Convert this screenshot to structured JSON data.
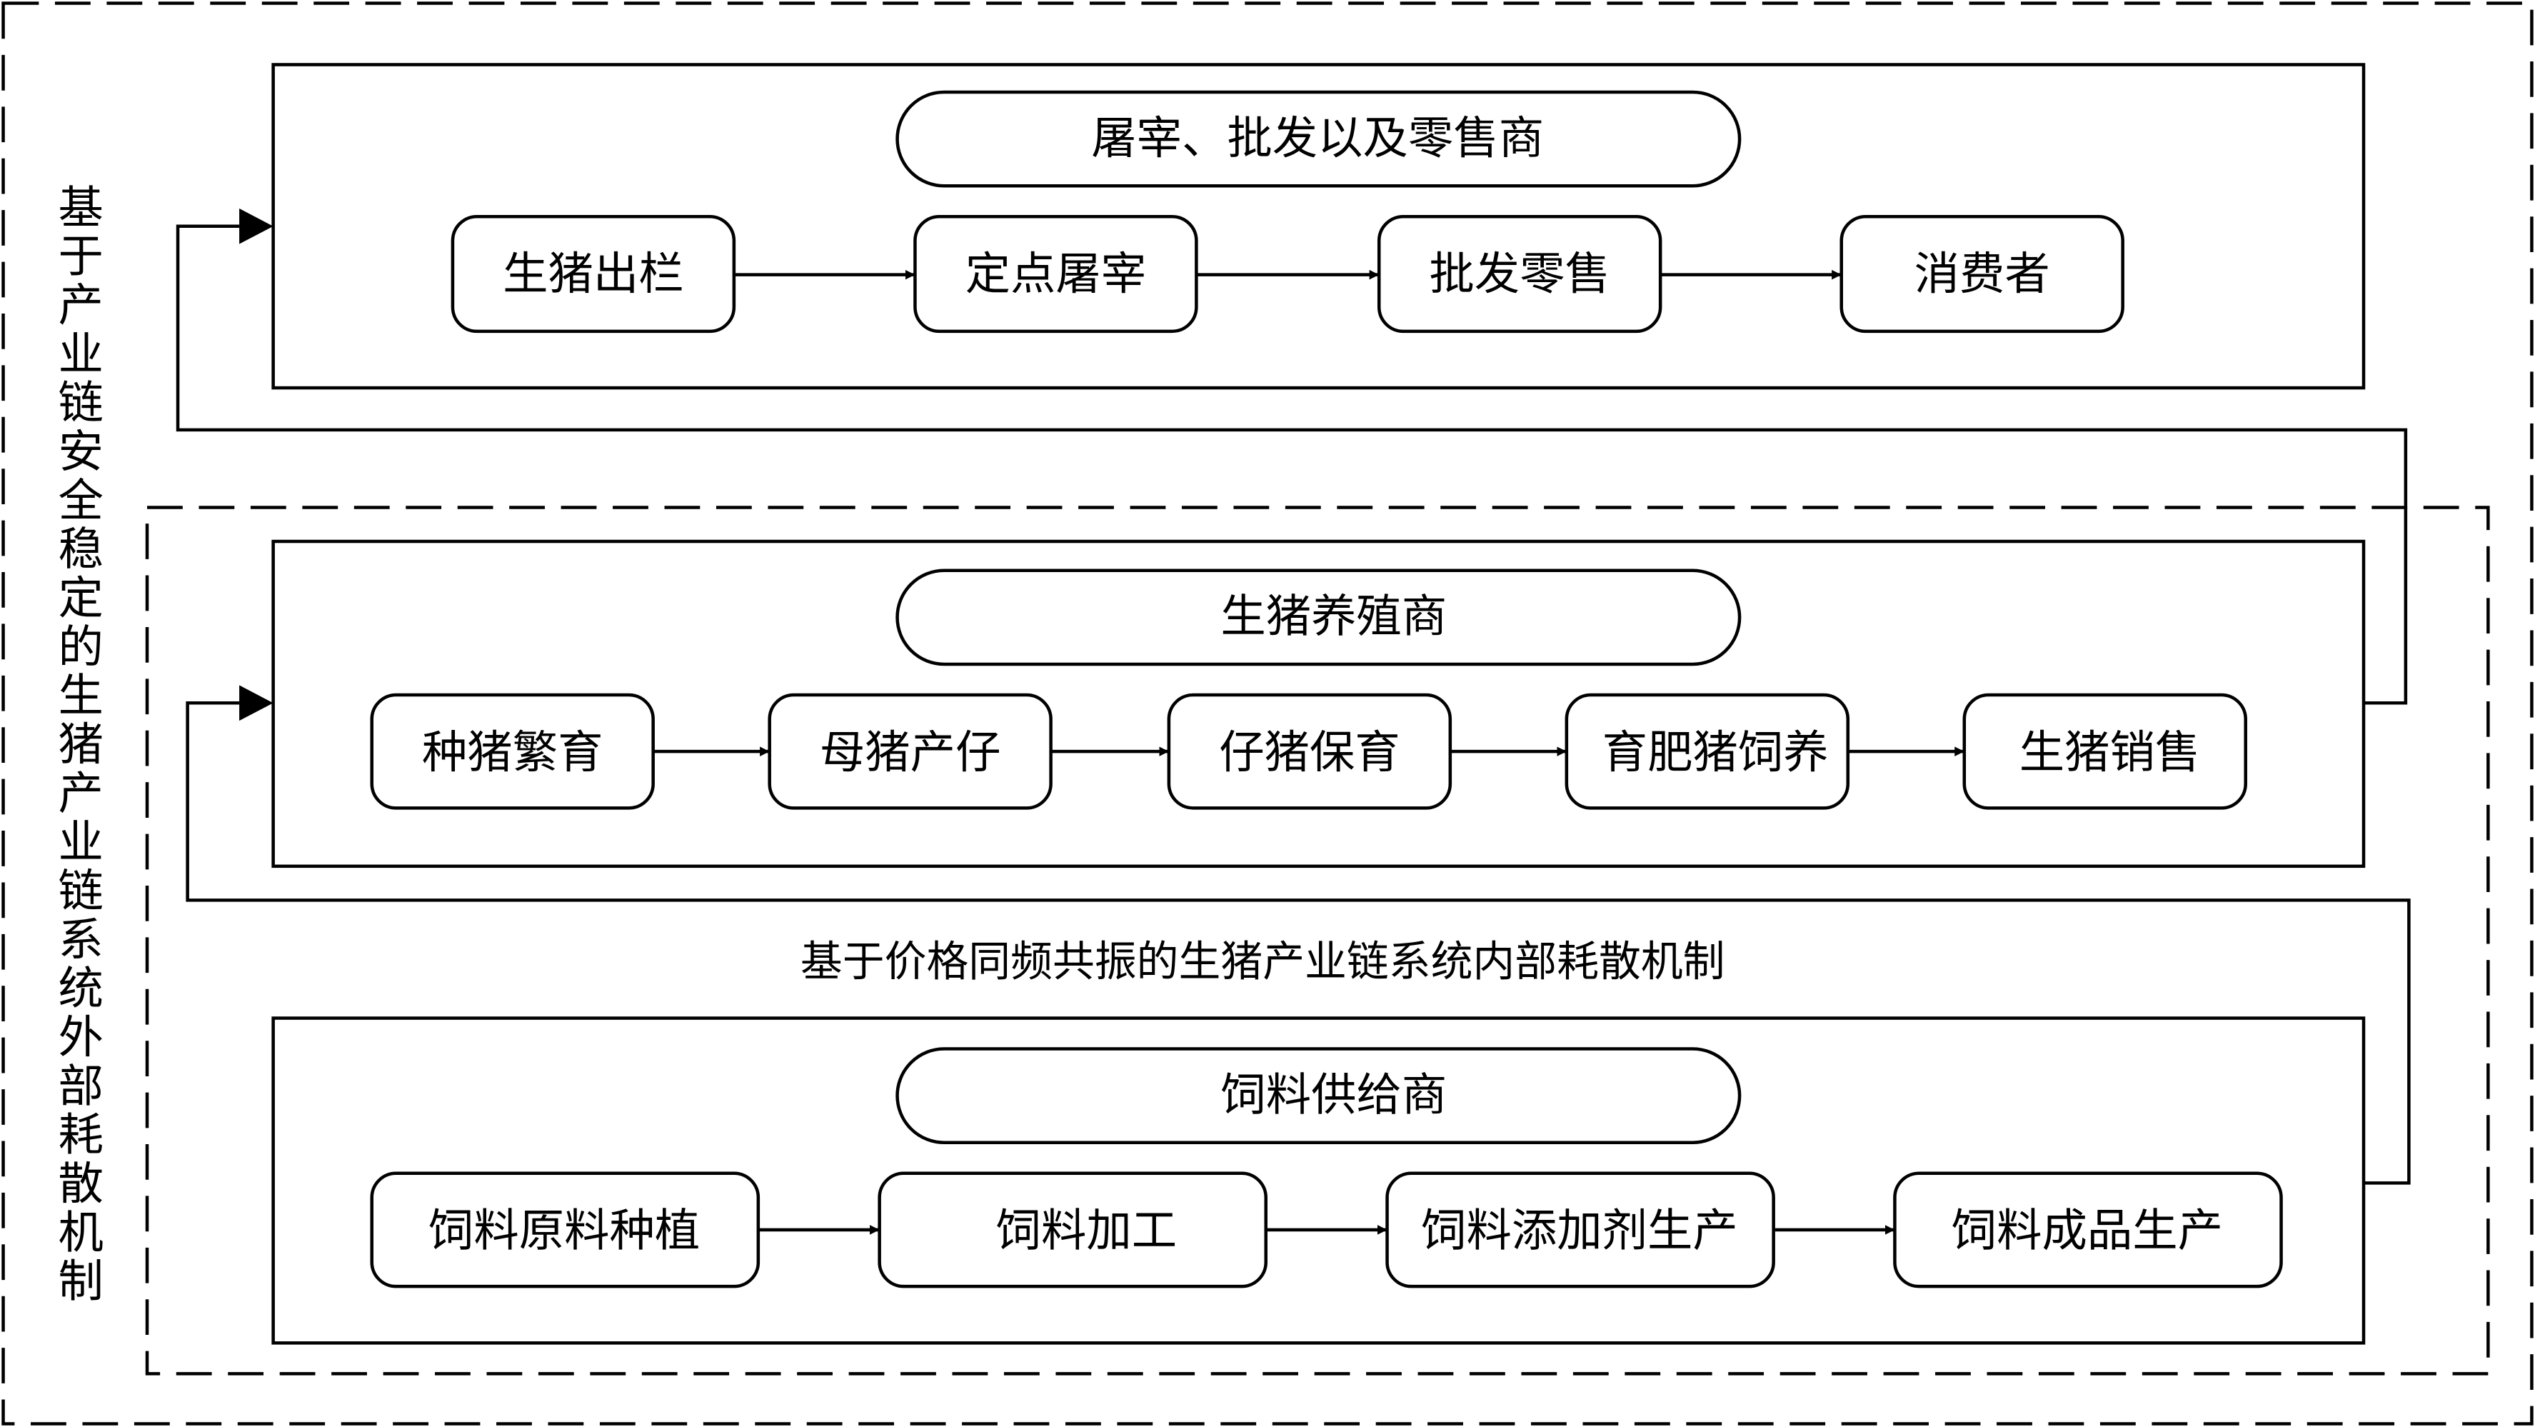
{
  "outer_label": "基于产业链安全稳定的生猪产业链系统外部耗散机制",
  "inner_label": "基于价格同频共振的生猪产业链系统内部耗散机制",
  "groups": [
    {
      "title": "屠宰、批发以及零售商",
      "steps": [
        "生猪出栏",
        "定点屠宰",
        "批发零售",
        "消费者"
      ]
    },
    {
      "title": "生猪养殖商",
      "steps": [
        "种猪繁育",
        "母猪产仔",
        "仔猪保育",
        "育肥猪饲养",
        "生猪销售"
      ]
    },
    {
      "title": "饲料供给商",
      "steps": [
        "饲料原料种植",
        "饲料加工",
        "饲料添加剂生产",
        "饲料成品生产"
      ]
    }
  ]
}
